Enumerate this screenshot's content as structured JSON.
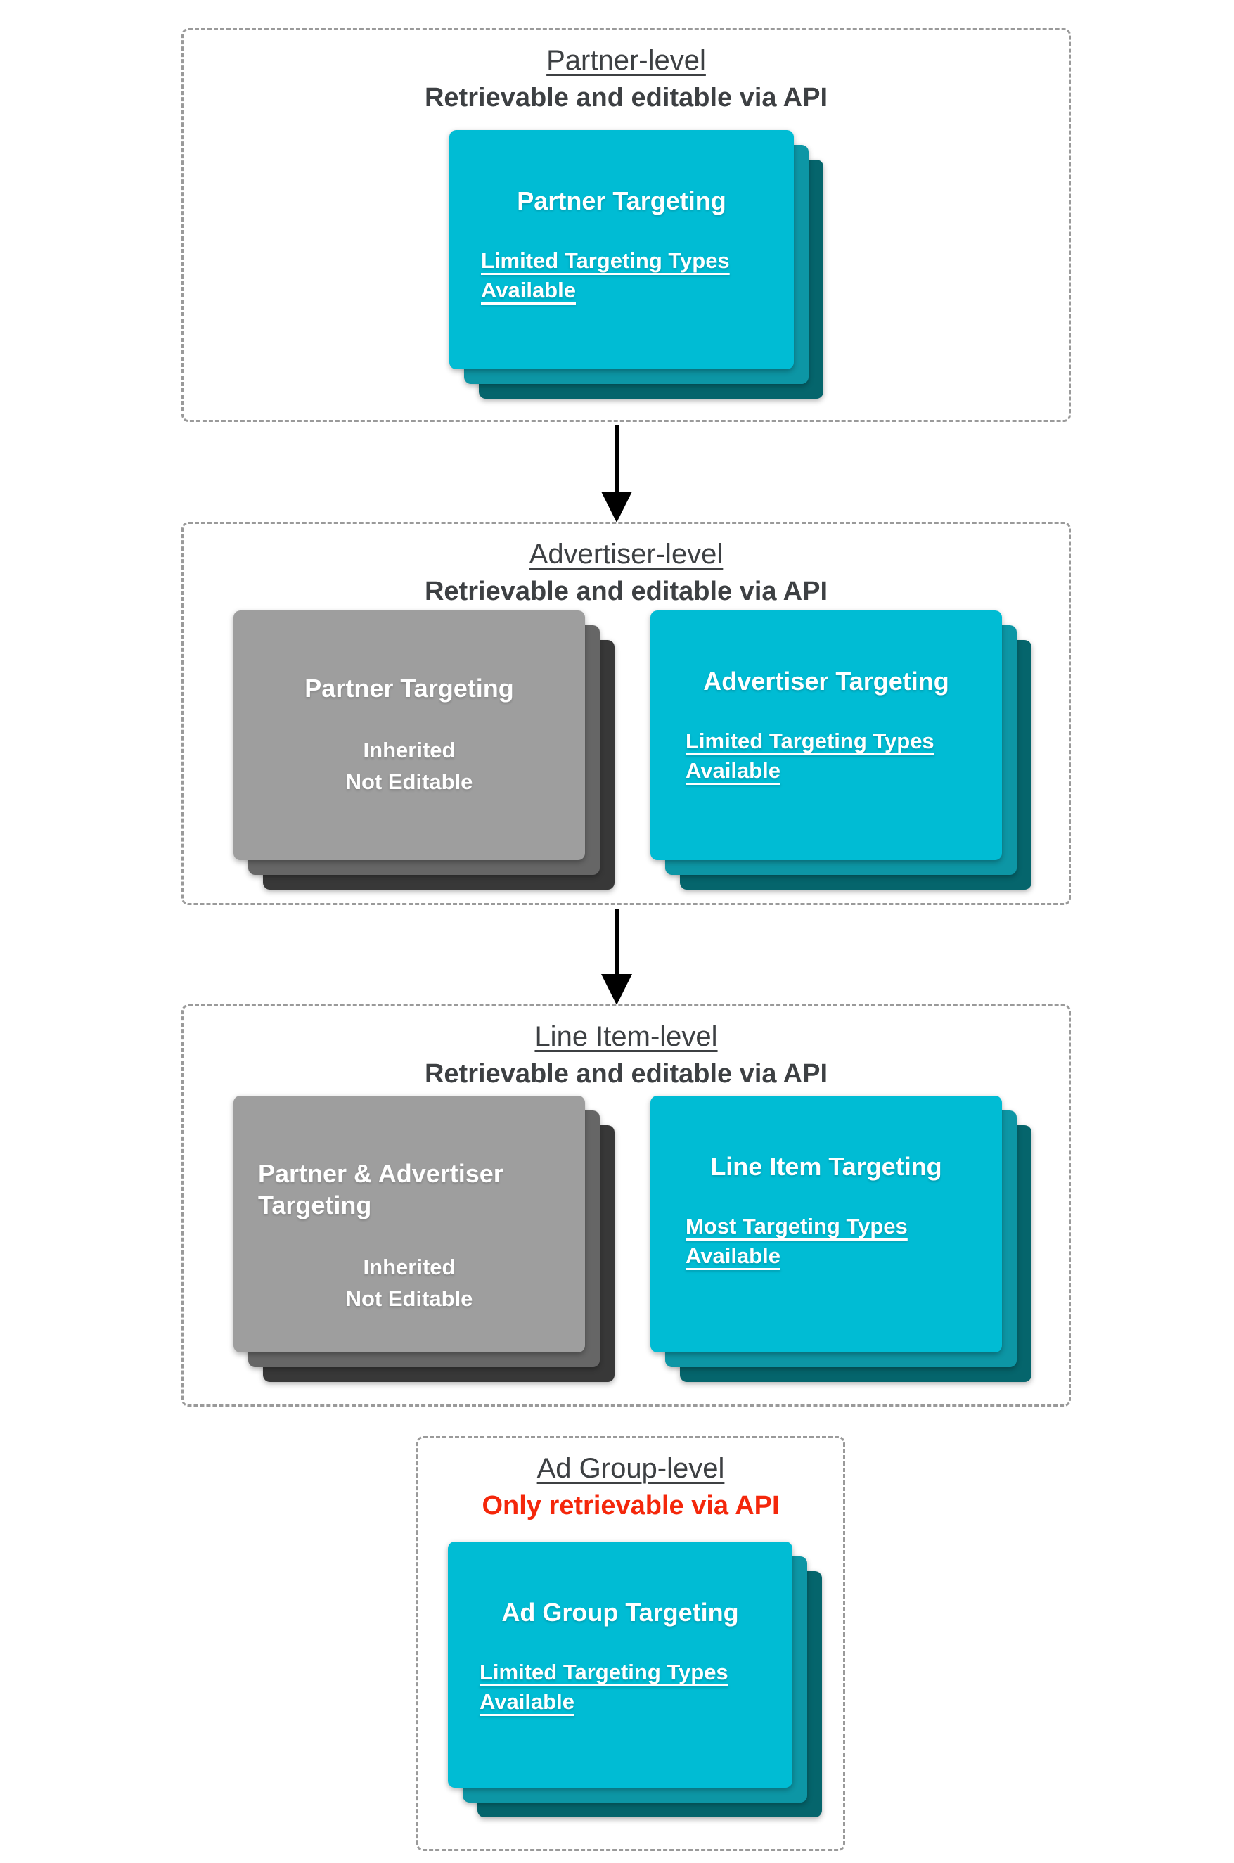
{
  "colors": {
    "heading": "#3d4043",
    "red": "#f4270b",
    "border": "#9a9a9a",
    "arrow": "#000000",
    "cyan_front": "#00bcd4",
    "cyan_mid": "#0d96a5",
    "cyan_back": "#05656c",
    "gray_front": "#9e9e9e",
    "gray_mid": "#666666",
    "gray_back": "#383838"
  },
  "sections": [
    {
      "title": "Partner-level",
      "subtitle": "Retrievable and editable via API",
      "cards": [
        {
          "title": "Partner Targeting",
          "subtitle": "Limited Targeting Types Available"
        }
      ]
    },
    {
      "title": "Advertiser-level",
      "subtitle": "Retrievable and editable via API",
      "cards": [
        {
          "title": "Partner Targeting",
          "line1": "Inherited",
          "line2": "Not Editable"
        },
        {
          "title": "Advertiser Targeting",
          "subtitle": "Limited Targeting Types Available"
        }
      ]
    },
    {
      "title": "Line Item-level",
      "subtitle": "Retrievable and editable via API",
      "cards": [
        {
          "title": "Partner & Advertiser Targeting",
          "line1": "Inherited",
          "line2": "Not Editable"
        },
        {
          "title": "Line Item Targeting",
          "subtitle": "Most Targeting Types Available"
        }
      ]
    },
    {
      "title": "Ad Group-level",
      "subtitle": "Only retrievable via API",
      "cards": [
        {
          "title": "Ad Group Targeting",
          "subtitle": "Limited Targeting Types Available"
        }
      ]
    }
  ]
}
